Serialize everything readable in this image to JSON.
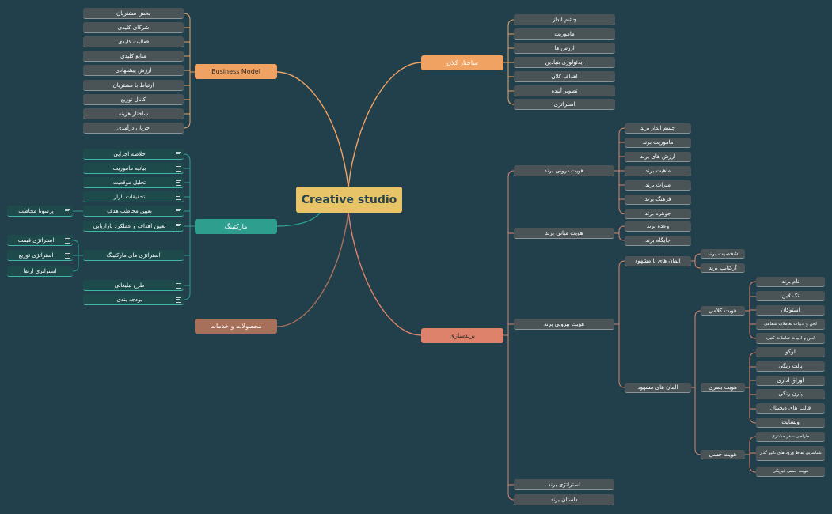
{
  "center": "Creative studio",
  "colors": {
    "background": "#22404b",
    "center": "#e8c468",
    "business_model": "#f0a262",
    "sakhtar": "#f0a262",
    "marketing": "#2e9e8f",
    "products": "#a6705b",
    "branding": "#de826b",
    "gray_node": "#4a5457",
    "teal_node": "#1e4a4c"
  },
  "business_model": {
    "label": "Business Model",
    "items": [
      "بخش مشتریان",
      "شرکای کلیدی",
      "فعالیت کلیدی",
      "منابع کلیدی",
      "ارزش پیشنهادی",
      "ارتباط با مشتریان",
      "کانال توزیع",
      "ساختار هزینه",
      "جریان درآمدی"
    ]
  },
  "marketing": {
    "label": "مارکتینگ",
    "items": [
      "خلاصه اجرایی",
      "بیانیه ماموریت",
      "تحلیل موقعیت",
      "تحقیقات بازار",
      "تعیین مخاطب هدف",
      "تعیین اهداف و عملکرد بازاریابی",
      "استراتژی های مارکتینگ",
      "طرح تبلیغاتی",
      "بودجه بندی"
    ],
    "audience_child": "پرسونا مخاطب",
    "strategy_children": [
      "استراتژی قیمت",
      "استراتژی توزیع",
      "استراتژی ارتقا"
    ]
  },
  "products": {
    "label": "محصولات و خدمات"
  },
  "sakhtar": {
    "label": "ساختار کلان",
    "items": [
      "چشم انداز",
      "ماموریت",
      "ارزش ها",
      "ایدئولوژی بنیادین",
      "اهداف کلان",
      "تصویر آینده",
      "استراتژی"
    ]
  },
  "branding": {
    "label": "برندسازی",
    "inner": {
      "label": "هویت درونی برند",
      "items": [
        "چشم انداز برند",
        "ماموریت برند",
        "ارزش های برند",
        "ماهیت برند",
        "میراث برند",
        "فرهنگ برند",
        "جوهره برند"
      ]
    },
    "middle": {
      "label": "هویت میانی برند",
      "items": [
        "وعده برند",
        "جایگاه برند"
      ]
    },
    "outer": {
      "label": "هویت بیرونی برند",
      "invisible": {
        "label": "المان های نا مشهود",
        "items": [
          "شخصیت برند",
          "آرکتایپ برند"
        ]
      },
      "visible": {
        "label": "المان های مشهود",
        "verbal": {
          "label": "هویت کلامی",
          "items": [
            "نام برند",
            "تگ لاین",
            "استوکان",
            "لحن و ادبیات تعاملات شفاهی",
            "لحن و ادبیات تعاملات کتبی"
          ]
        },
        "visual": {
          "label": "هویت بصری",
          "items": [
            "لوگو",
            "پالت رنگی",
            "اوراق اداری",
            "پترن رنگی",
            "قالب های دیجیتال",
            "وبسایت"
          ]
        },
        "sensory": {
          "label": "هویت حسی",
          "items": [
            "طراحی سفر مشتری",
            "شناسایی نقاط ورود های تاثیر گذار",
            "هویت حسی فیزیکی"
          ]
        }
      }
    },
    "strategy": "استراتژی برند",
    "story": "داستان برند"
  }
}
